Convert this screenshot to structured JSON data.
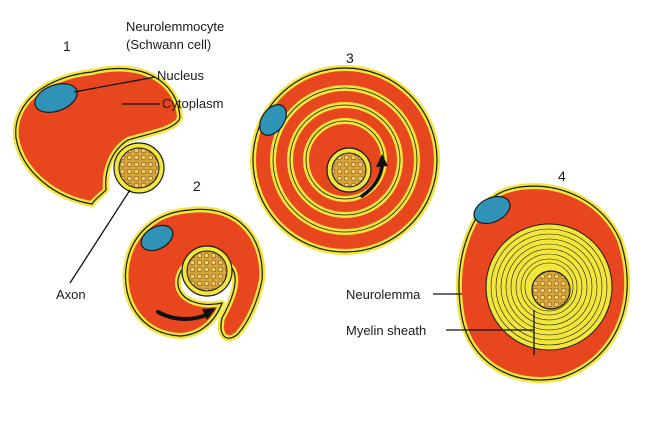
{
  "title_line1": "Neurolemmocyte",
  "title_line2": "(Schwann cell)",
  "stages": [
    "1",
    "2",
    "3",
    "4"
  ],
  "labels": {
    "nucleus": "Nucleus",
    "cytoplasm": "Cytoplasm",
    "axon": "Axon",
    "neurolemma": "Neurolemma",
    "myelin_sheath": "Myelin sheath"
  },
  "colors": {
    "cytoplasm": "#e8461f",
    "membrane": "#f2e63a",
    "nucleus": "#2f93b8",
    "axon": "#d8a43a",
    "outline": "#1a1a1a"
  }
}
